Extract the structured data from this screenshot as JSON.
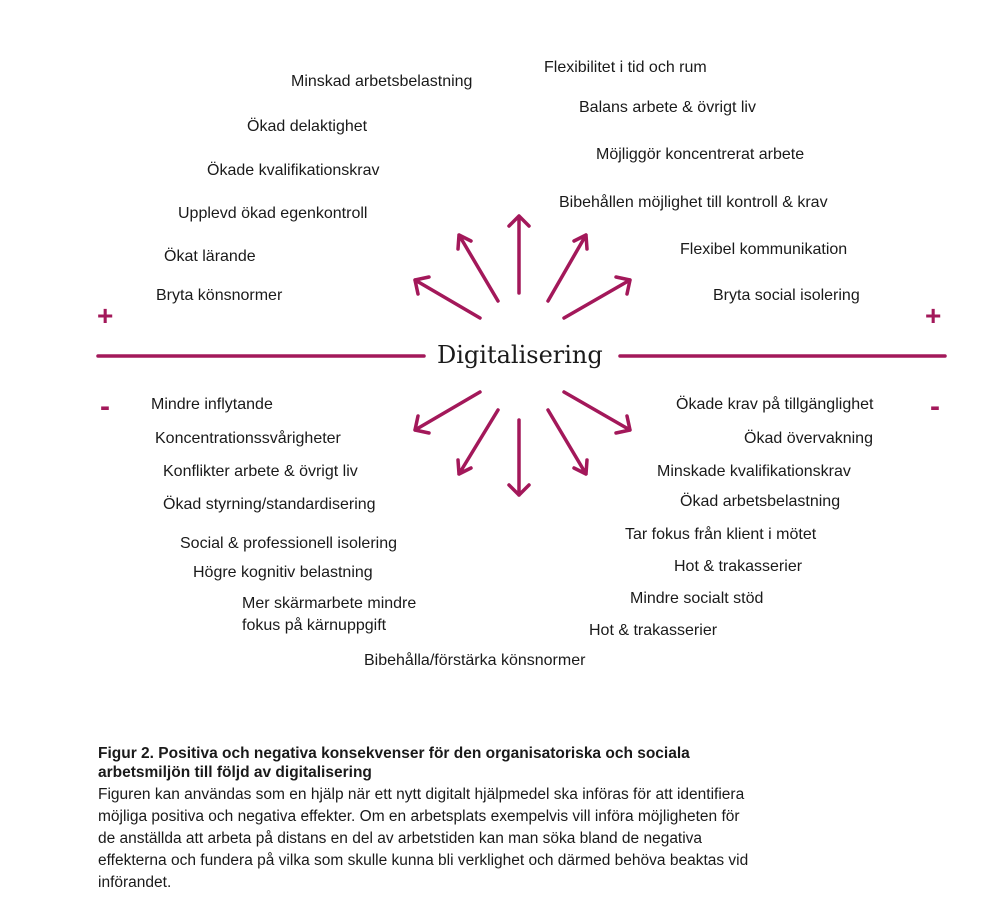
{
  "center_label": "Digitalisering",
  "accent_color": "#a3185a",
  "signs": {
    "plus": "+",
    "minus": "-"
  },
  "positive_left": [
    "Minskad arbetsbelastning",
    "Ökad delaktighet",
    "Ökade kvalifikationskrav",
    "Upplevd ökad egenkontroll",
    "Ökat lärande",
    "Bryta könsnormer"
  ],
  "positive_right": [
    "Flexibilitet i tid och rum",
    "Balans arbete & övrigt liv",
    "Möjliggör koncentrerat arbete",
    "Bibehållen möjlighet till kontroll & krav",
    "Flexibel kommunikation",
    "Bryta social isolering"
  ],
  "negative_left": [
    "Mindre inflytande",
    "Koncentrationssvårigheter",
    "Konflikter arbete & övrigt liv",
    "Ökad styrning/standardisering",
    "Social & professionell isolering",
    "Högre kognitiv belastning",
    "Mer skärmarbete mindre",
    "fokus på kärnuppgift"
  ],
  "negative_bottom": "Bibehålla/förstärka könsnormer",
  "negative_right": [
    "Ökade krav på tillgänglighet",
    "Ökad övervakning",
    "Minskade kvalifikationskrav",
    "Ökad arbetsbelastning",
    "Tar fokus från klient i mötet",
    "Hot & trakasserier",
    "Mindre socialt stöd",
    "Hot & trakasserier"
  ],
  "caption": {
    "title": "Figur 2. Positiva och negativa konsekvenser för den organisatoriska och sociala arbetsmiljön till följd av digitalisering",
    "body": "Figuren kan användas som en hjälp när ett nytt digitalt hjälpmedel ska införas för att identifiera möjliga positiva och negativa effekter. Om en arbetsplats exempelvis vill införa möjligheten för de anställda att arbeta på distans en del av arbetstiden kan man söka bland de negativa effekterna och fundera på vilka som skulle kunna bli verklighet och därmed behöva beaktas vid införandet."
  }
}
